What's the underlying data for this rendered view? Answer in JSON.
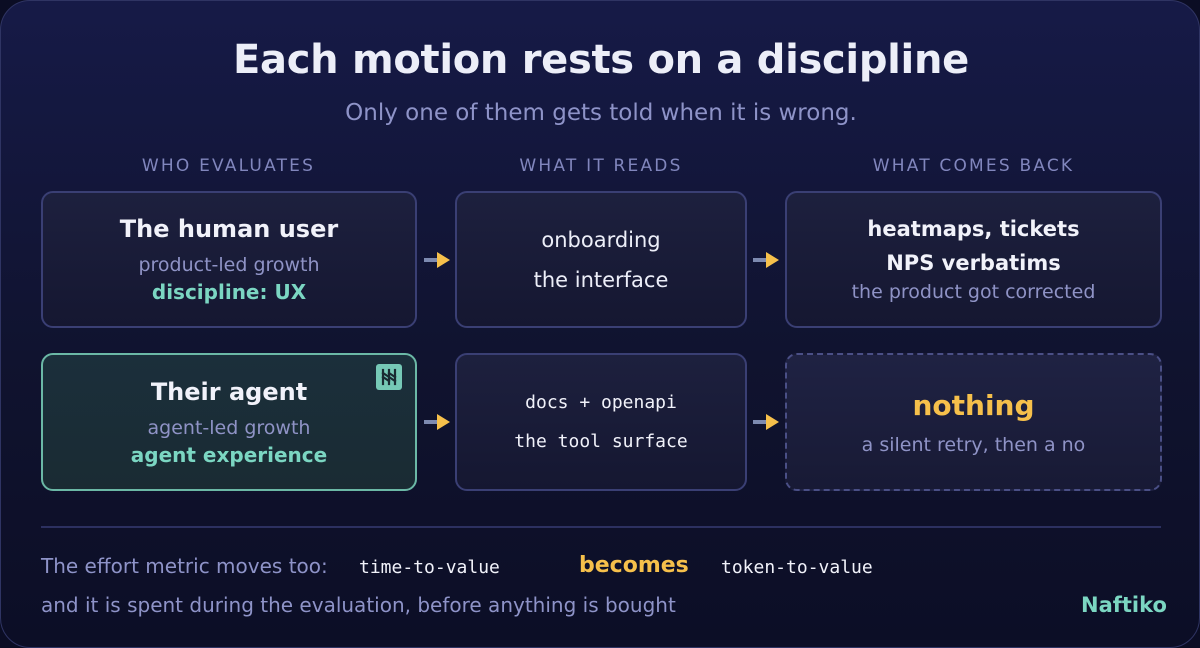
{
  "title": "Each motion rests on a discipline",
  "subtitle": "Only one of them gets told when it is wrong.",
  "columns": [
    "WHO EVALUATES",
    "WHAT IT READS",
    "WHAT COMES BACK"
  ],
  "rows": [
    {
      "who": {
        "name": "The human user",
        "growth": "product-led growth",
        "discipline": "discipline: UX"
      },
      "reads": [
        "onboarding",
        "the interface"
      ],
      "back": {
        "lines": [
          "heatmaps, tickets",
          "NPS verbatims"
        ],
        "note": "the product got corrected"
      }
    },
    {
      "who": {
        "name": "Their agent",
        "growth": "agent-led growth",
        "discipline": "agent experience",
        "badge_icon": "naftiko-logo-icon"
      },
      "reads": [
        "docs + openapi",
        "the tool surface"
      ],
      "back": {
        "headline": "nothing",
        "note": "a silent retry, then a no"
      }
    }
  ],
  "footer": {
    "line1_prefix": "The effort metric moves too:",
    "from_metric": "time-to-value",
    "becomes": "becomes",
    "to_metric": "token-to-value",
    "line2": "and it is spent during the evaluation, before anything is bought",
    "brand": "Naftiko"
  },
  "colors": {
    "accent_teal": "#7bd6c2",
    "accent_yellow": "#f6c04b",
    "background": "#131640",
    "text_muted": "#8e93c8"
  }
}
